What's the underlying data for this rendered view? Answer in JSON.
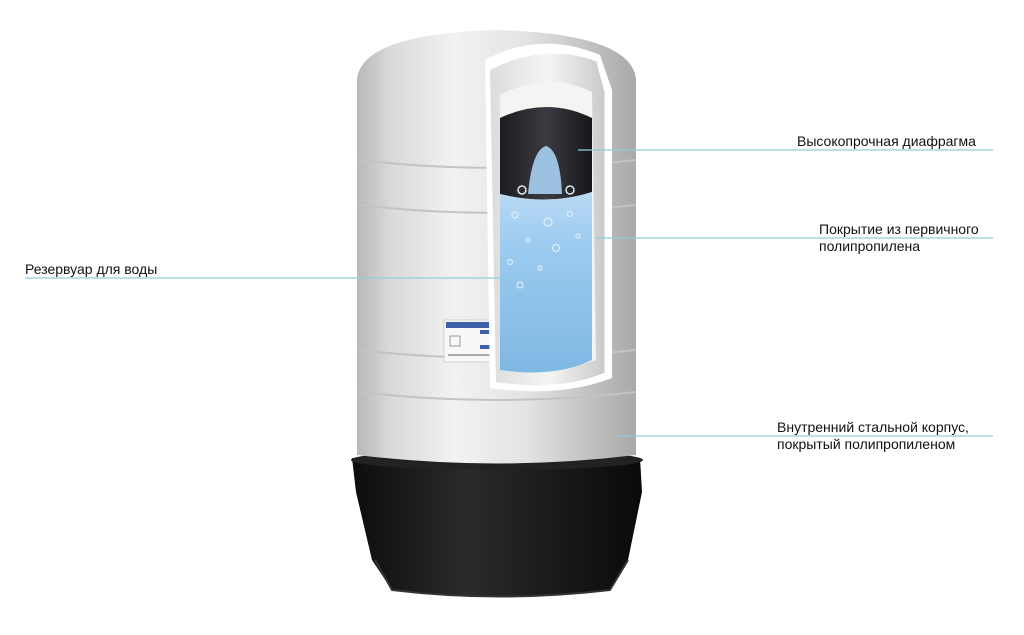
{
  "palette": {
    "leader_line": "#8ccfe0",
    "tank_body": "#e6e6e4",
    "tank_shadow": "#bdbdbb",
    "water": "#8fc4ea",
    "diaphragm": "#2a2a2e",
    "base": "#1a1a1a",
    "text": "#111111"
  },
  "callouts": {
    "diaphragm": {
      "text": "Высокопрочная диафрагма"
    },
    "coating": {
      "line1": "Покрытие из первичного",
      "line2": "полипропилена"
    },
    "reservoir": {
      "text": "Резервуар для воды"
    },
    "shell": {
      "line1": "Внутренний стальной корпус,",
      "line2": "покрытый полипропиленом"
    }
  }
}
